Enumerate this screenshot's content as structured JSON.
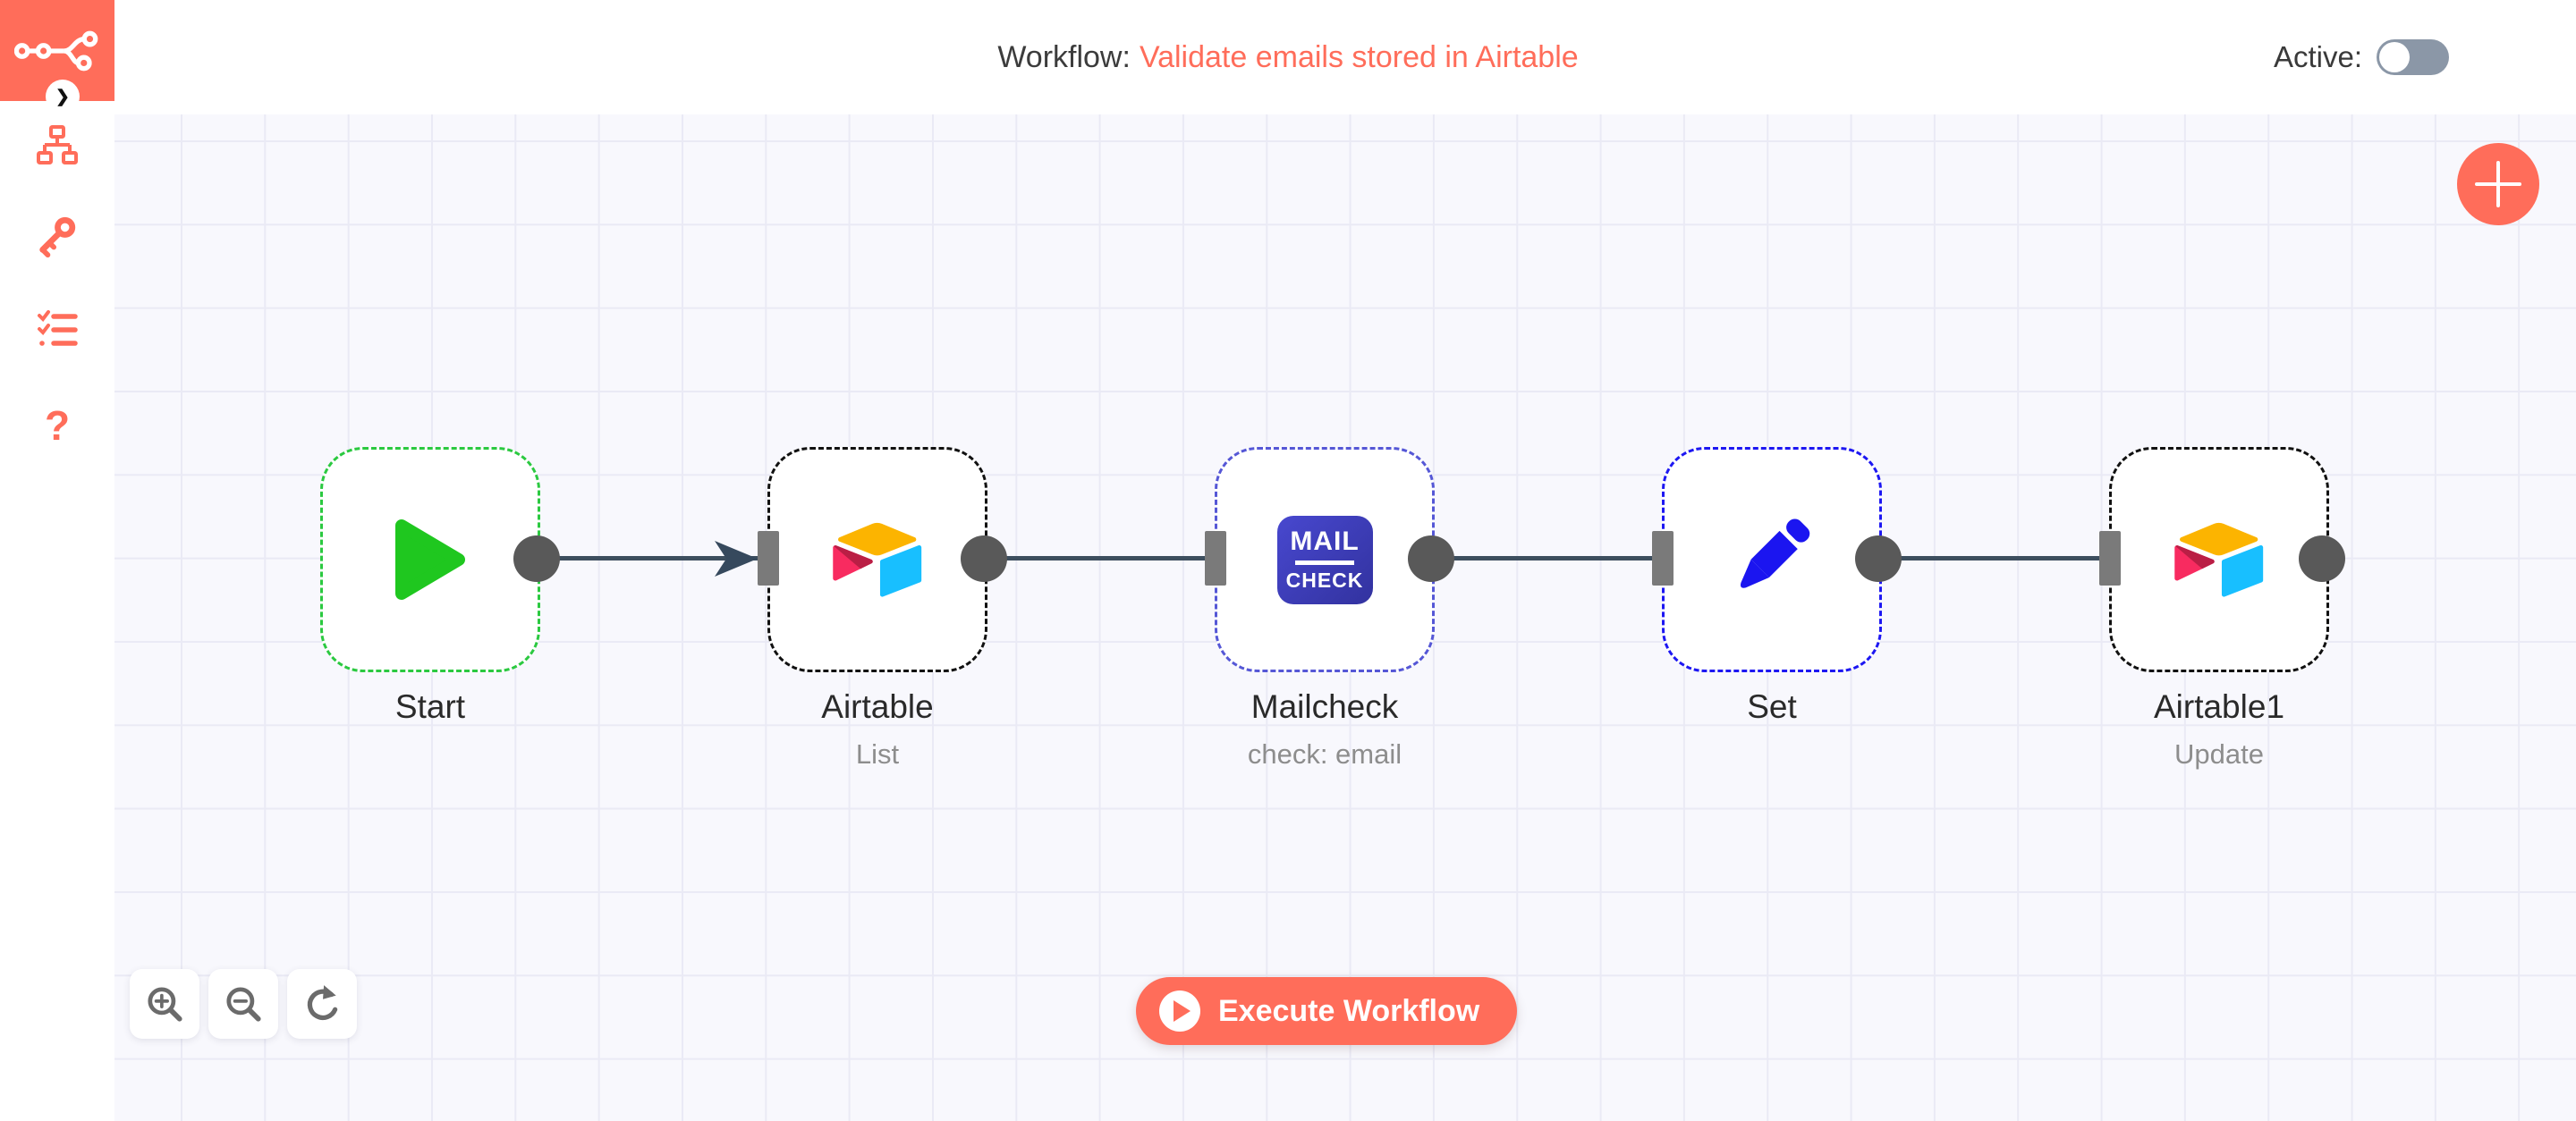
{
  "header": {
    "title_prefix": "Workflow:",
    "title": "Validate emails stored in Airtable",
    "active_label": "Active:",
    "active_state": "off"
  },
  "sidebar": {
    "expand_icon": "chevron-right-icon",
    "items": [
      {
        "icon": "workflows-sitemap-icon"
      },
      {
        "icon": "credentials-key-icon"
      },
      {
        "icon": "executions-checklist-icon"
      },
      {
        "icon": "help-question-icon",
        "glyph": "?"
      }
    ]
  },
  "canvas": {
    "nodes": [
      {
        "label": "Start",
        "sublabel": "",
        "type": "start",
        "icon": "play-icon"
      },
      {
        "label": "Airtable",
        "sublabel": "List",
        "type": "airtable",
        "icon": "airtable-logo-icon"
      },
      {
        "label": "Mailcheck",
        "sublabel": "check: email",
        "type": "mailcheck",
        "icon": "mailcheck-badge-icon",
        "icon_text_top": "MAIL",
        "icon_text_bottom": "CHECK"
      },
      {
        "label": "Set",
        "sublabel": "",
        "type": "set",
        "icon": "pencil-icon"
      },
      {
        "label": "Airtable1",
        "sublabel": "Update",
        "type": "airtable",
        "icon": "airtable-logo-icon"
      }
    ],
    "execute_button": "Execute Workflow",
    "controls": [
      {
        "icon": "zoom-in-icon"
      },
      {
        "icon": "zoom-out-icon"
      },
      {
        "icon": "reset-zoom-icon"
      }
    ],
    "add_node_button": "+"
  },
  "colors": {
    "brand": "#ff6d5a",
    "canvas_bg": "#f8f8fd",
    "grid_line": "#eaeaf5",
    "connection": "#3d4e5e",
    "endpoint_circle": "#595959",
    "endpoint_rect": "#7a7a7a",
    "node_border_start": "#2bc940",
    "node_border_airtable": "#111111",
    "node_border_mailcheck": "#5557d6",
    "node_border_set": "#1d17f2",
    "start_play_green": "#1fc71f",
    "set_pencil_blue": "#1b15f0",
    "mailcheck_badge": "#4040c4",
    "airtable_yellow": "#fcb400",
    "airtable_pink": "#f82b60",
    "airtable_dark_red": "#ba1e45",
    "airtable_blue": "#18bfff",
    "toggle_off": "#8b97a7"
  }
}
